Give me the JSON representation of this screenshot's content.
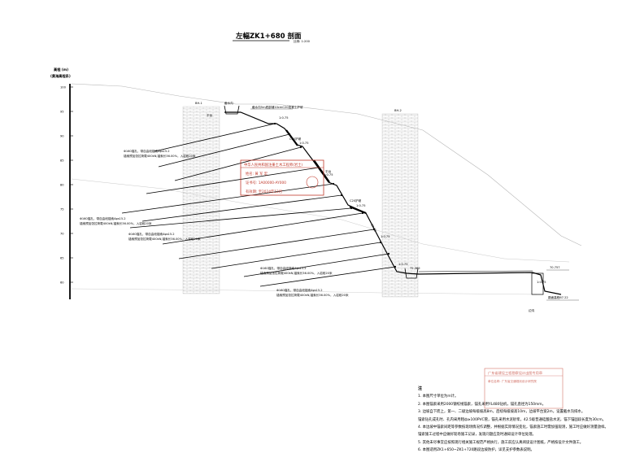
{
  "title": "左幅ZK1+680 剖面",
  "scale": "比例: 1:200",
  "elevation_label": "高程 (m)",
  "elevation_system": "(黄海高程系)",
  "elevation_ticks": [
    "100",
    "95",
    "90",
    "85",
    "80",
    "75",
    "70",
    "65",
    "60"
  ],
  "slopes": [
    "1:0.75",
    "1:0.75",
    "1:0.75",
    "1:0.75",
    "1:0.75",
    "1:0.75",
    "1:0.75"
  ],
  "anchor_labels": [
    {
      "line1": "Φ160锚孔，带自由段锚索4φs15.2",
      "line2": "锚索预加张拉荷载400kN,锚索长36.00%，入岩段20米"
    },
    {
      "line1": "Φ160锚孔，带自由段锚索4φs15.2",
      "line2": "锚索预加张拉荷载400kN,锚索长36.00%，入岩段20米"
    },
    {
      "line1": "Φ160锚孔，带自由段锚索4φs15.2",
      "line2": "锚索预加张拉荷载400kN,锚索长36.00%，入岩段20米"
    },
    {
      "line1": "Φ160锚孔，带自由段锚索4φs15.2",
      "line2": "锚索预加张拉荷载400kN,锚索长36.00%，入岩段20米"
    },
    {
      "line1": "Φ160锚孔，带自由段锚索4φs15.2",
      "line2": "锚索预加张拉荷载400kN,锚索长36.00%，入岩段20米"
    }
  ],
  "callouts": {
    "drain": "截水沟",
    "top_note": "截水沟5m底部铺10cmC20混凝土护坡",
    "c20_a": "C20护坡",
    "c20_b": "C20护坡",
    "platform_a": "平台",
    "platform_b": "平台",
    "elev_1": "72.389",
    "elev_2": "70.757",
    "elev_3": "路面高程67.22",
    "ditch": "边沟",
    "dim": "10.00"
  },
  "stamp": {
    "line1": "中华人民共和国注册土木工程师(岩土)",
    "line2": "姓名: 黄 军 宏",
    "line3": "证书号: 1A00000-AY000",
    "line4": "有效期: 至2024年12月"
  },
  "stamp2": {
    "line1": "广东省建设工程勘察设计出图专用章",
    "line2": "单位名称: 广东省交通规划设计研究院"
  },
  "notes": {
    "header": "注",
    "items": [
      "1. 本图尺寸单位为m计。",
      "2. 本图锚索采用2000钢绞线锚索，锚孔采用YL480钻机，锚孔直径为150mm。",
      "3. 边坡自下而上，第一、二级边坡每级坡高8m，后续每级坡高10m，边坡平台宽2m，设置截水沟排水。",
      "   锚索钻孔成孔时、孔内采用粗ф≥100PVC管，锚孔采用水泥砂浆，42.5级普通硅酸盐水泥，锚下锚固段长度为30cm。",
      "4. 本边坡中锚索间距等参数按现场情况作调整，并根据实际情况变化，锚索施工时需加强观测，施工时应做好测量放样。",
      "   锚索施工过程中应做好现场施工记录，发现问题应及时通知设计单位处理。",
      "5. 其他未尽事宜应按照现行相关施工规范严格执行，施工前应认真阅读设计图纸，严格按设计文件施工。",
      "6. 本图适用ZK1+650~ZK1+720路段边坡防护，详见支护参数表说明。"
    ]
  }
}
